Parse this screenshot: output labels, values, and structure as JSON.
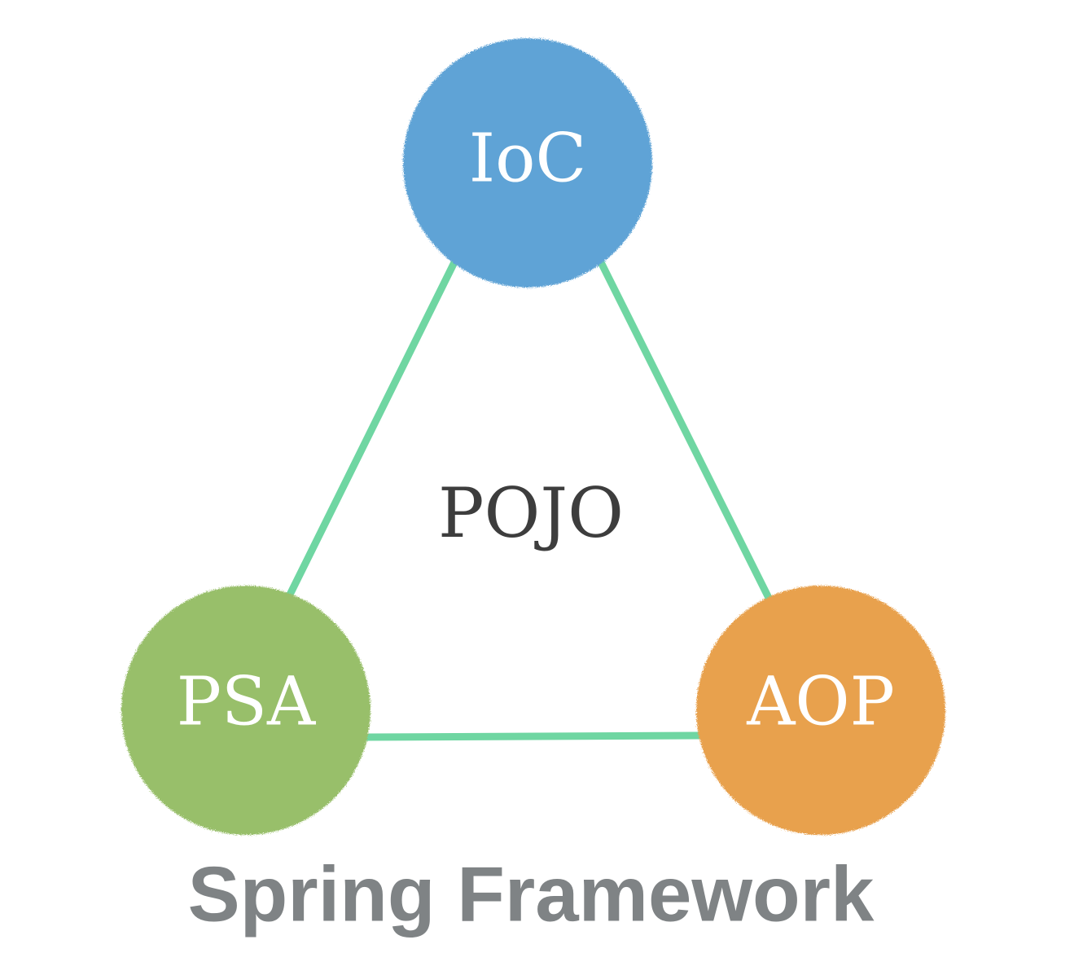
{
  "diagram": {
    "nodes": {
      "ioc": {
        "label": "IoC",
        "color": "#5ea3d6"
      },
      "psa": {
        "label": "PSA",
        "color": "#98bf6b"
      },
      "aop": {
        "label": "AOP",
        "color": "#e8a14e"
      }
    },
    "center_label": "POJO",
    "caption": "Spring Framework",
    "edge_color": "#6fd6a2",
    "center_label_color": "#3d3d3d",
    "caption_color": "#7f8385"
  }
}
